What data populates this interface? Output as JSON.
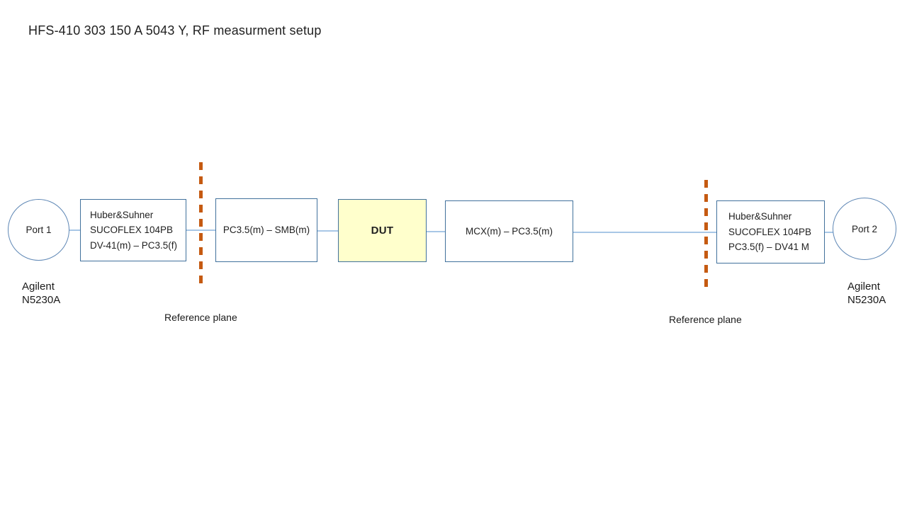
{
  "title": "HFS-410 303 150 A 5043 Y, RF measurment setup",
  "colors": {
    "box_border": "#41719C",
    "circle_border": "#5E87B5",
    "connector": "#A8C7E6",
    "reference_line": "#C55A11",
    "dut_fill": "#FFFFCC"
  },
  "diagram": {
    "port1": {
      "label": "Port 1"
    },
    "port2": {
      "label": "Port 2"
    },
    "instrument_left": {
      "line1": "Agilent",
      "line2": "N5230A"
    },
    "instrument_right": {
      "line1": "Agilent",
      "line2": "N5230A"
    },
    "cable_left": {
      "line1": "Huber&Suhner",
      "line2": "SUCOFLEX 104PB",
      "line3": "DV-41(m) – PC3.5(f)"
    },
    "adapter_left": {
      "label": "PC3.5(m) – SMB(m)"
    },
    "dut": {
      "label": "DUT"
    },
    "adapter_right": {
      "label": "MCX(m) – PC3.5(m)"
    },
    "cable_right": {
      "line1": "Huber&Suhner",
      "line2": "SUCOFLEX 104PB",
      "line3": "PC3.5(f) – DV41 M"
    },
    "reference_plane_left": {
      "label": "Reference plane"
    },
    "reference_plane_right": {
      "label": "Reference plane"
    }
  }
}
